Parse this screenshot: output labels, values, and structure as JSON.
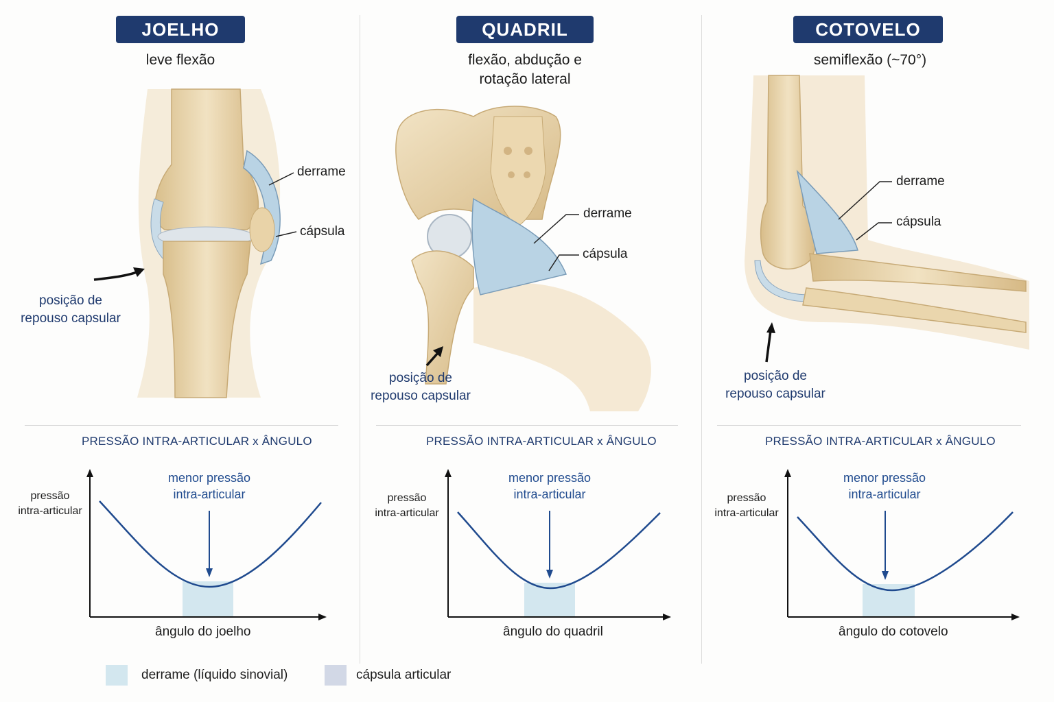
{
  "panels": [
    {
      "title": "JOELHO",
      "subtitle": "leve flexão",
      "callouts": {
        "effusion": "derrame",
        "capsule": "cápsula"
      },
      "rest_label": "posição de\nrepouso capsular",
      "chart_title": "PRESSÃO INTRA-ARTICULAR x ÂNGULO",
      "y_label": "pressão\nintra-articular",
      "min_label": "menor pressão\nintra-articular",
      "x_label": "ângulo do joelho"
    },
    {
      "title": "QUADRIL",
      "subtitle": "flexão, abdução e\nrotação lateral",
      "callouts": {
        "effusion": "derrame",
        "capsule": "cápsula"
      },
      "rest_label": "posição de\nrepouso capsular",
      "chart_title": "PRESSÃO INTRA-ARTICULAR x ÂNGULO",
      "y_label": "pressão\nintra-articular",
      "min_label": "menor pressão\nintra-articular",
      "x_label": "ângulo do quadril"
    },
    {
      "title": "COTOVELO",
      "subtitle": "semiflexão (~70°)",
      "callouts": {
        "effusion": "derrame",
        "capsule": "cápsula"
      },
      "rest_label": "posição de\nrepouso capsular",
      "chart_title": "PRESSÃO INTRA-ARTICULAR x ÂNGULO",
      "y_label": "pressão\nintra-articular",
      "min_label": "menor pressão\nintra-articular",
      "x_label": "ângulo do cotovelo"
    }
  ],
  "legend": [
    {
      "label": "derrame (líquido sinovial)",
      "color": "#d3e7ef"
    },
    {
      "label": "cápsula articular",
      "color": "#d2d8e6"
    }
  ],
  "colors": {
    "badge": "#1f3a6e",
    "curve": "#1f4a8e",
    "bone": "#ecd9b0",
    "effusion": "#b9d3e4"
  },
  "chart_data": [
    {
      "type": "line",
      "title": "PRESSÃO INTRA-ARTICULAR x ÂNGULO",
      "xlabel": "ângulo do joelho",
      "ylabel": "pressão intra-articular",
      "shape": "U-shaped curve with minimum at mid-range (shaded band)",
      "annotation": "menor pressão intra-articular"
    },
    {
      "type": "line",
      "title": "PRESSÃO INTRA-ARTICULAR x ÂNGULO",
      "xlabel": "ângulo do quadril",
      "ylabel": "pressão intra-articular",
      "shape": "U-shaped curve with minimum at mid-range (shaded band)",
      "annotation": "menor pressão intra-articular"
    },
    {
      "type": "line",
      "title": "PRESSÃO INTRA-ARTICULAR x ÂNGULO",
      "xlabel": "ângulo do cotovelo",
      "ylabel": "pressão intra-articular",
      "shape": "U-shaped curve with minimum at mid-range (shaded band)",
      "annotation": "menor pressão intra-articular"
    }
  ]
}
